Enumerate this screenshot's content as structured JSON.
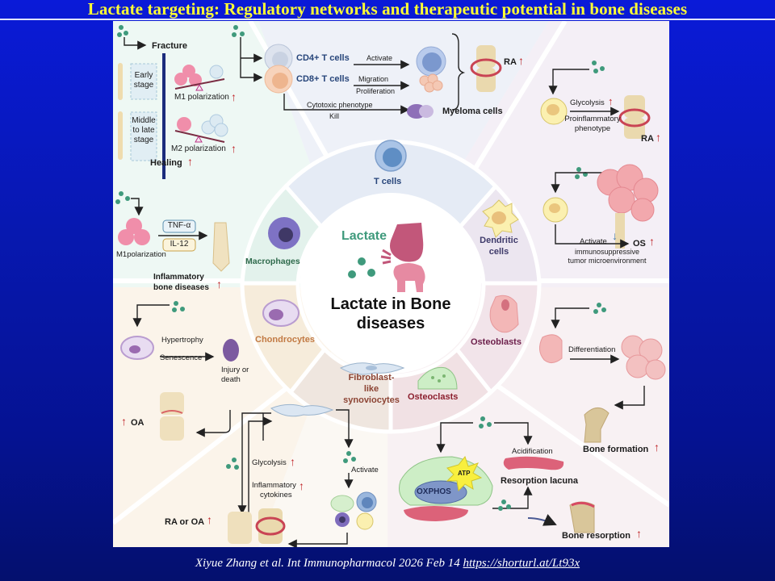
{
  "slide": {
    "title": "Lactate targeting: Regulatory networks and therapeutic potential in bone diseases",
    "citation_text": "Xiyue Zhang et al. Int Immunopharmacol 2026 Feb 14 ",
    "citation_link": "https://shorturl.at/Lt93x"
  },
  "center": {
    "lactate_label": "Lactate",
    "title_line1": "Lactate in Bone",
    "title_line2": "diseases"
  },
  "segments": {
    "t_cells": "T cells",
    "macrophages": "Macrophages",
    "dendritic_line1": "Dendritic",
    "dendritic_line2": "cells",
    "chondrocytes": "Chondrocytes",
    "osteoblasts": "Osteoblasts",
    "fls_line1": "Fibroblast-",
    "fls_line2": "like",
    "fls_line3": "synoviocytes",
    "osteoclasts": "Osteoclasts"
  },
  "fracture_panel": {
    "fracture": "Fracture",
    "early_line1": "Early",
    "early_line2": "stage",
    "late_line1": "Middle",
    "late_line2": "to late",
    "late_line3": "stage",
    "m1": "M1 polarization",
    "m2": "M2 polarization",
    "healing": "Healing"
  },
  "macrophage_panel": {
    "tnf": "TNF-α",
    "il12": "IL-12",
    "m1": "M1polarization",
    "disease_line1": "Inflammatory",
    "disease_line2": "bone diseases"
  },
  "tcell_panel": {
    "cd4": "CD4+ T cells",
    "cd8": "CD8+ T cells",
    "activate": "Activate",
    "migration": "Migration",
    "proliferation": "Proliferation",
    "cytotoxic": "Cytotoxic phenotype",
    "kill": "Kill",
    "myeloma": "Myeloma cells",
    "ra": "RA"
  },
  "dc_panel": {
    "glycolysis": "Glycolysis",
    "proinflam_line1": "Proinflammatory",
    "proinflam_line2": "phenotype",
    "ra": "RA",
    "activate": "Activate",
    "immuno_line1": "immunosuppressive",
    "immuno_line2": "tumor microenvironment",
    "os": "OS"
  },
  "chondro_panel": {
    "hypertrophy": "Hypertrophy",
    "senescence": "Senescence",
    "injury_line1": "Injury or",
    "injury_line2": "death",
    "oa": "OA"
  },
  "osteoblast_panel": {
    "differentiation": "Differentiation",
    "bone_formation": "Bone formation"
  },
  "fls_panel": {
    "glycolysis": "Glycolysis",
    "cytokines_line1": "Inflammatory",
    "cytokines_line2": "cytokines",
    "activate": "Activate",
    "ra_or_oa": "RA or OA"
  },
  "osteoclast_panel": {
    "acidification": "Acidification",
    "atp": "ATP",
    "oxphos": "OXPHOS",
    "lacuna": "Resorption lacuna",
    "bone_resorption": "Bone resorption"
  },
  "colors": {
    "title_yellow": "#ffff33",
    "lactate_teal": "#3f9a7c",
    "up_red": "#c0262a",
    "down_blue": "#4f7fa8"
  }
}
